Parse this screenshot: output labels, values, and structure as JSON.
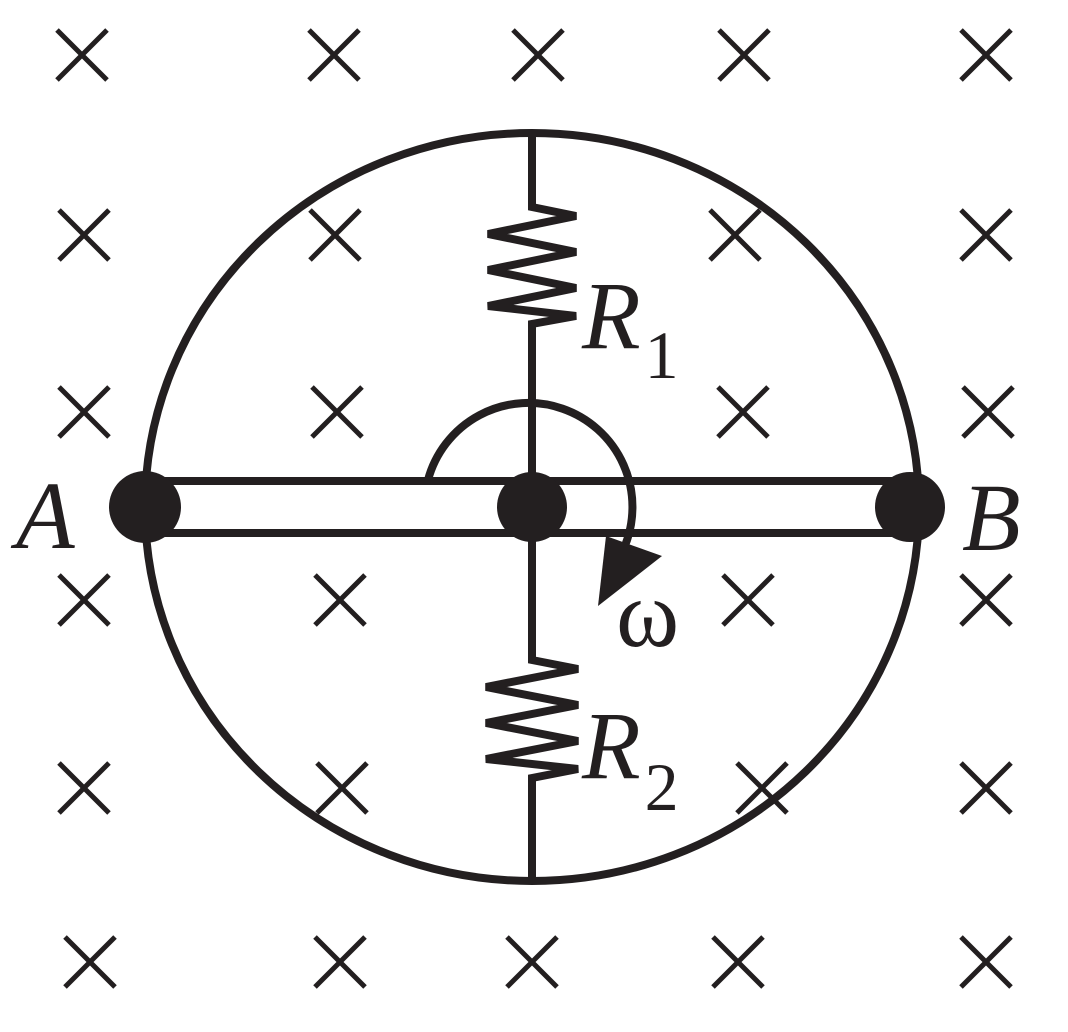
{
  "labels": {
    "point_a": "A",
    "point_b": "B",
    "resistor_1": {
      "symbol": "R",
      "subscript": "1"
    },
    "resistor_2": {
      "symbol": "R",
      "subscript": "2"
    },
    "angular_velocity": "ω"
  },
  "field": {
    "direction": "into-page",
    "marker_symbol": "×",
    "rows": 6,
    "columns": 5
  },
  "colors": {
    "ink": "#231f20",
    "background": "#ffffff"
  }
}
